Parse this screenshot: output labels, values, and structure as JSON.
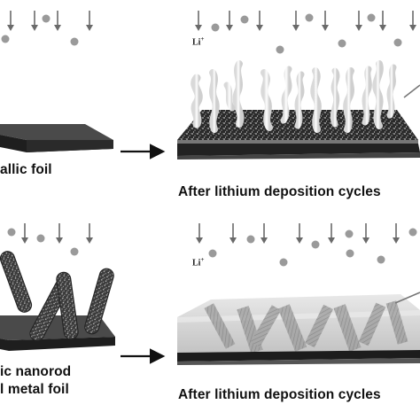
{
  "panels": {
    "top_left": {
      "caption": "allic foil"
    },
    "top_right": {
      "caption": "After lithium deposition cycles",
      "ion_label": "Li",
      "ion_charge": "+"
    },
    "bottom_left": {
      "caption_line1": "ic nanorod",
      "caption_line2": "l metal foil"
    },
    "bottom_right": {
      "caption": "After lithium deposition cycles",
      "ion_label": "Li",
      "ion_charge": "+"
    }
  },
  "colors": {
    "ion": "#9a9a9a",
    "arrow": "#666666",
    "substrate_dark": "#2b2b2b",
    "substrate_top": "#4a4a4a",
    "dendrite": "#f2f2f2",
    "coating": "#cfcfcf"
  },
  "icons": [
    "down-arrow-icon",
    "lithium-ion-dot-icon",
    "process-arrow-icon",
    "pointer-line-icon"
  ]
}
